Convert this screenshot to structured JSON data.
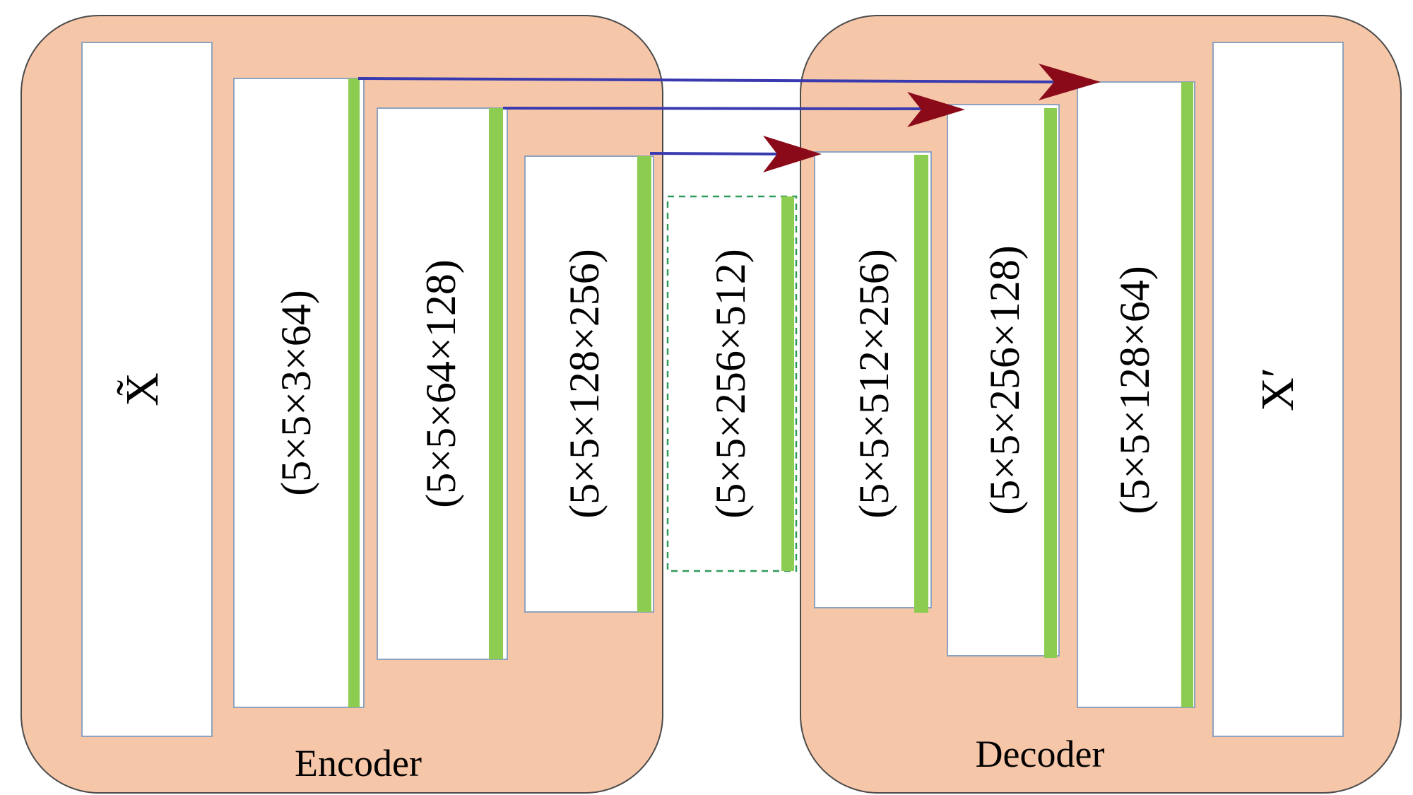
{
  "encoder": {
    "title": "Encoder",
    "input_label": "X̃",
    "layers": [
      "(5×5×3×64)",
      "(5×5×64×128)",
      "(5×5×128×256)"
    ]
  },
  "bottleneck": {
    "label": "(5×5×256×512)"
  },
  "decoder": {
    "title": "Decoder",
    "layers": [
      "(5×5×512×256)",
      "(5×5×256×128)",
      "(5×5×128×64)"
    ],
    "output_label": "X′"
  },
  "colors": {
    "panel_fill": "#f6c6a8",
    "activation_bar": "#8ccc50",
    "skip_connection_line": "#3a3ab0",
    "skip_connection_arrowhead": "#8b0a1a",
    "bottleneck_border": "#2f9a5a"
  }
}
